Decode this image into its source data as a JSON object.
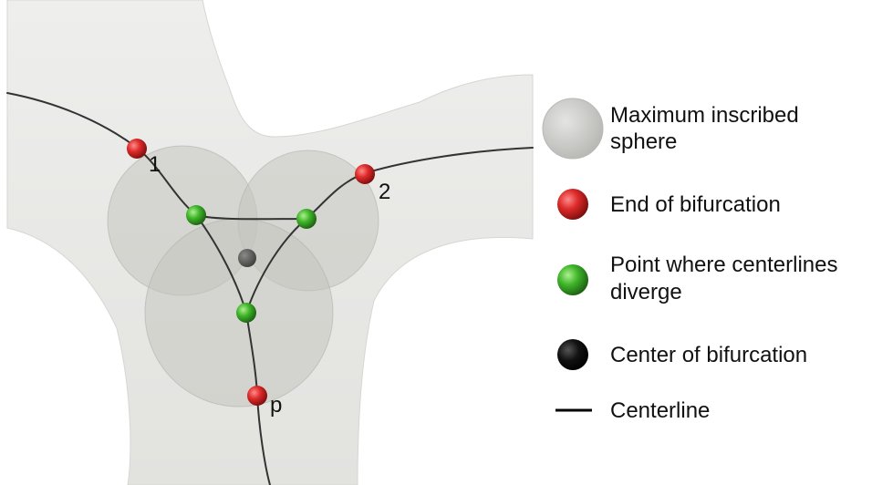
{
  "point_labels": {
    "end_1": "1",
    "end_2": "2",
    "end_p": "p"
  },
  "legend": {
    "sphere": {
      "line1": "Maximum inscribed",
      "line2": "sphere"
    },
    "end": {
      "line1": "End of bifurcation"
    },
    "diverge": {
      "line1": "Point where centerlines",
      "line2": "diverge"
    },
    "center": {
      "line1": "Center of bifurcation"
    },
    "centerline": {
      "line1": "Centerline"
    }
  },
  "colors": {
    "vessel": "#e9e9e6",
    "sphere": "#c4c4c0",
    "end_marker": "#cc2222",
    "diverge_marker": "#33aa22",
    "center_marker": "#111111",
    "centerline": "#333333"
  },
  "icons": {
    "sphere": "gray-sphere-icon",
    "end": "red-ball-icon",
    "diverge": "green-ball-icon",
    "center": "black-ball-icon",
    "centerline": "line-icon"
  }
}
